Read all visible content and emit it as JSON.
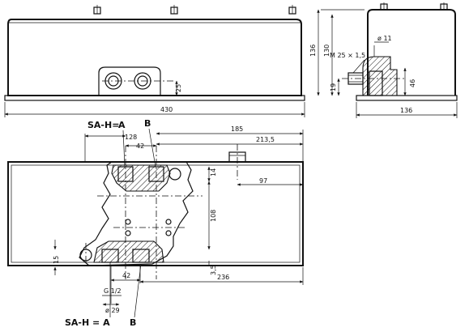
{
  "dimensions": {
    "front_width": "430",
    "front_port_offset": "25",
    "side_width": "136",
    "side_height_total": "136",
    "side_height_upper": "130",
    "side_inner_19": "19",
    "side_bore": "ø 11",
    "side_thread": "M 25 × 1,5",
    "side_46": "46",
    "plan_185": "185",
    "plan_128": "128",
    "plan_42_top": "42",
    "plan_2135": "213,5",
    "plan_14": "14",
    "plan_97": "97",
    "plan_108": "108",
    "plan_15": "15",
    "plan_35": "3,5",
    "plan_42_bottom": "42",
    "plan_236": "236",
    "plan_thread": "G 1/2",
    "plan_bore": "ø 29"
  },
  "labels": {
    "sah_top": "SA-H=",
    "port_a_top": "A",
    "port_b_top": "B",
    "sah_bottom": "SA-H = A",
    "port_b_bottom": "B"
  }
}
